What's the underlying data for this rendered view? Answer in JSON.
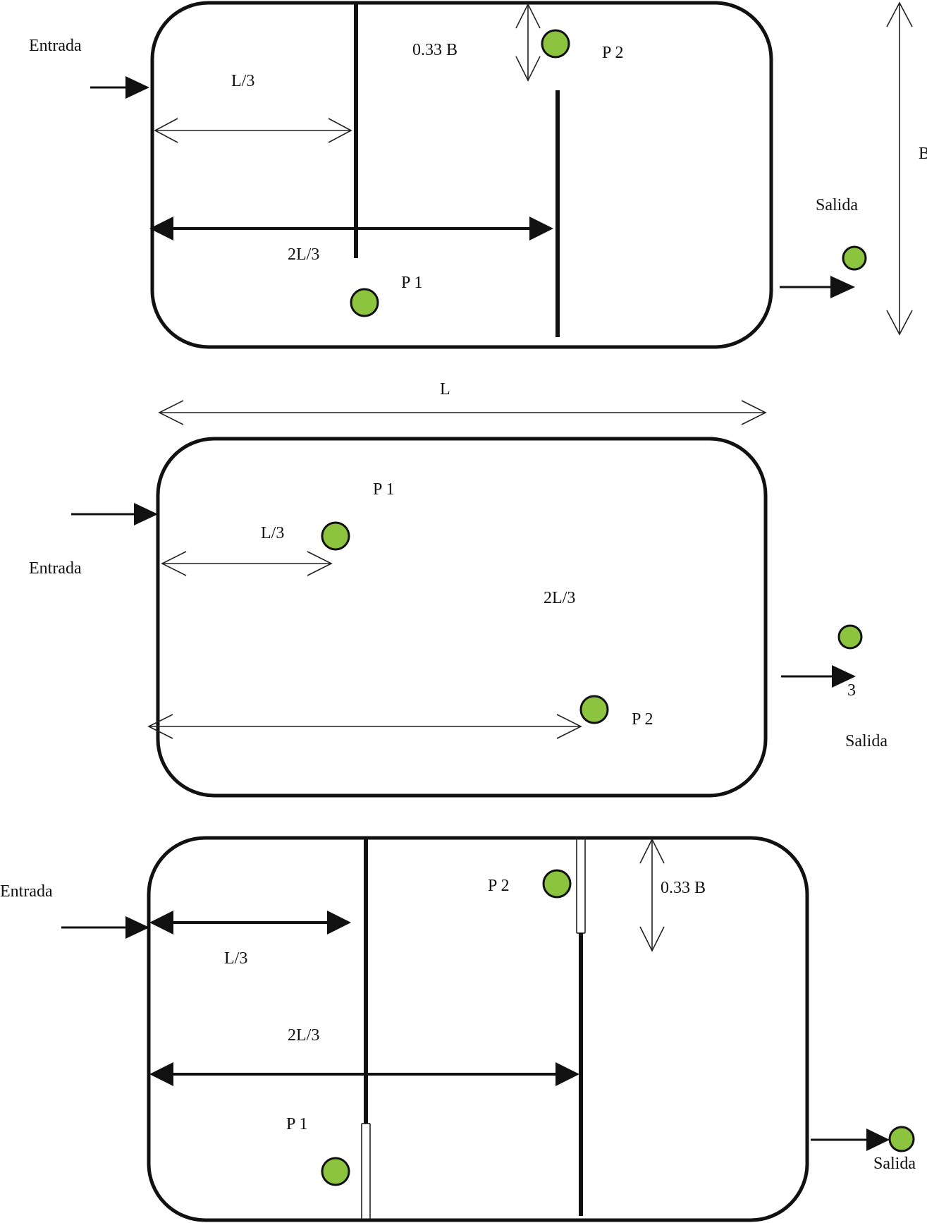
{
  "colors": {
    "point_fill": "#8dc43f",
    "stroke": "#111111",
    "background": "#ffffff"
  },
  "panel1": {
    "inlet": "Entrada",
    "outlet": "Salida",
    "dim_L3": "L/3",
    "dim_2L3": "2L/3",
    "dim_033B": "0.33 B",
    "dim_B": "B",
    "point1": "P 1",
    "point2": "P 2"
  },
  "dim_L": "L",
  "panel2": {
    "inlet": "Entrada",
    "outlet": "Salida",
    "dim_L3": "L/3",
    "dim_2L3": "2L/3",
    "point1": "P 1",
    "point2": "P 2",
    "point3": "3"
  },
  "panel3": {
    "inlet": "Entrada",
    "outlet": "Salida",
    "dim_L3": "L/3",
    "dim_2L3": "2L/3",
    "dim_033B": "0.33 B",
    "point1": "P 1",
    "point2": "P 2"
  }
}
